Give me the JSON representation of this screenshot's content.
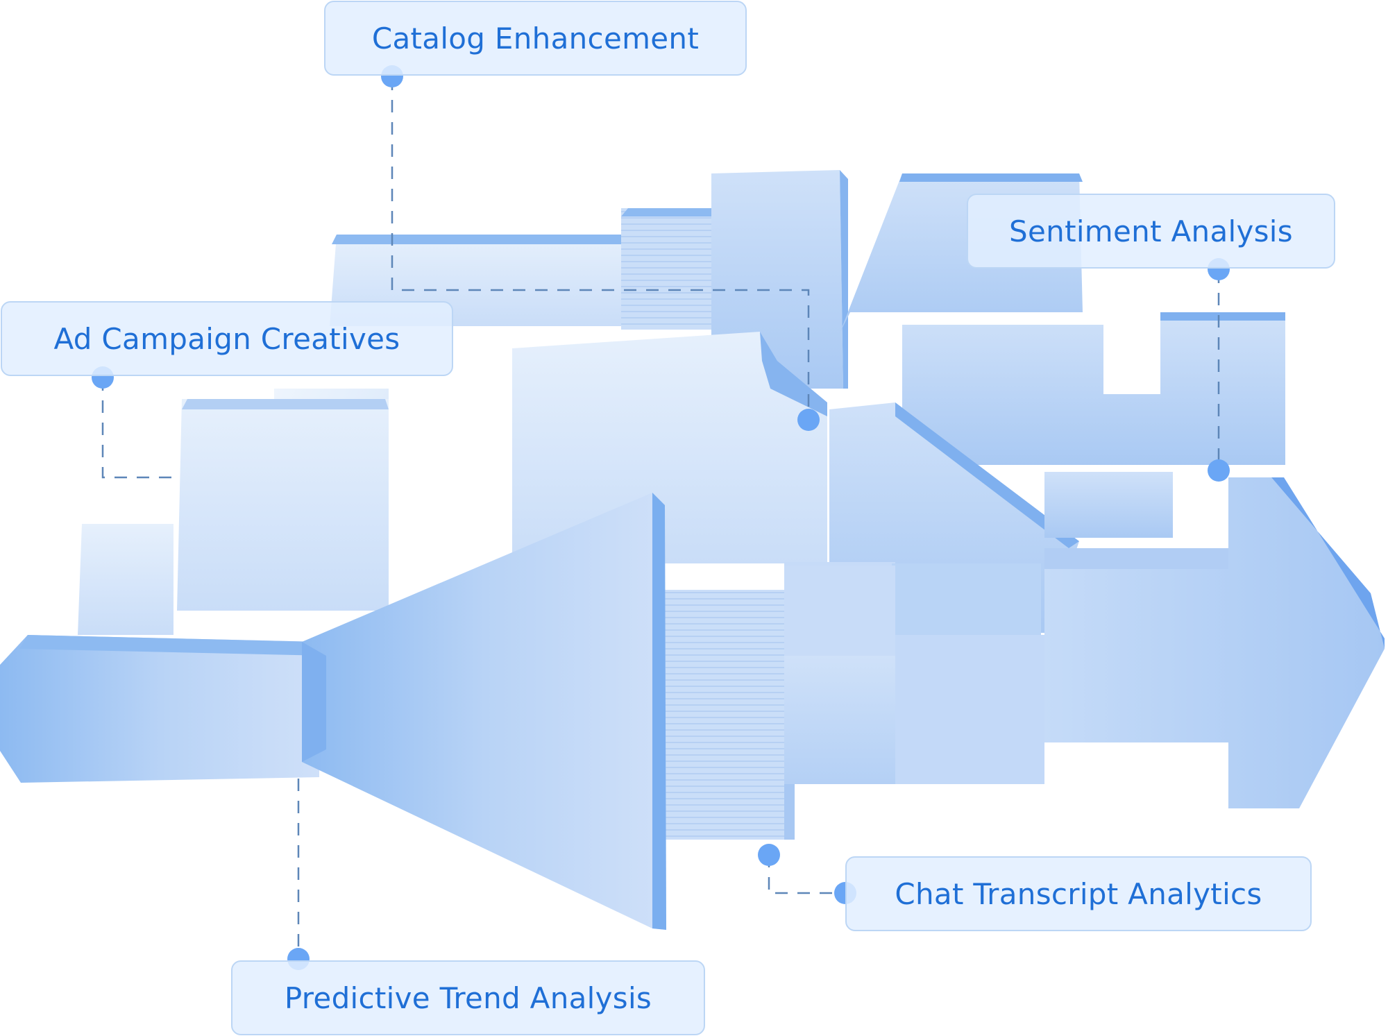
{
  "labels": {
    "catalog_enhancement": "Catalog Enhancement",
    "sentiment_analysis": "Sentiment Analysis",
    "ad_campaign_creatives": "Ad Campaign Creatives",
    "chat_transcript_analytics": "Chat Transcript Analytics",
    "predictive_trend_analysis": "Predictive Trend Analysis"
  },
  "colors": {
    "label_text": "#1f6fd6",
    "label_background": "#e2efff",
    "label_border": "#bcd6f5",
    "connector": "#5d86b8",
    "dot": "#6aa6f5",
    "block_light": "#dbe9fb",
    "block_mid": "#b9d4f6",
    "block_dark": "#7fb0ef"
  }
}
